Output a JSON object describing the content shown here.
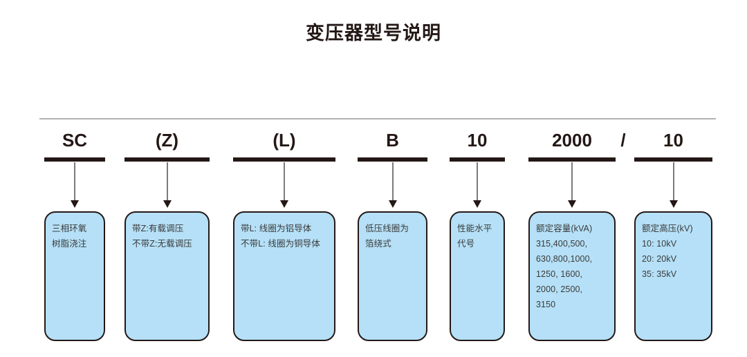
{
  "title": "变压器型号说明",
  "colors": {
    "box_fill": "#b5e0f7",
    "box_border": "#231815",
    "code_text": "#231815",
    "rule": "#b3b0b2",
    "desc_text": "#3a3a3a"
  },
  "separator": "/",
  "segments": [
    {
      "code": "SC",
      "lines": [
        "三相环氧",
        "树脂浇注"
      ]
    },
    {
      "code": "(Z)",
      "lines": [
        "带Z:有载调压",
        "不带Z:无载调压"
      ]
    },
    {
      "code": "(L)",
      "lines": [
        "带L: 线圈为铝导体",
        "不带L: 线圈为铜导体"
      ]
    },
    {
      "code": "B",
      "lines": [
        "低压线圈为",
        "箔绕式"
      ]
    },
    {
      "code": "10",
      "lines": [
        "性能水平",
        "代号"
      ]
    },
    {
      "code": "2000",
      "lines": [
        "额定容量(kVA)",
        "315,400,500,",
        "630,800,1000,",
        "1250, 1600,",
        "2000, 2500,",
        "3150"
      ]
    },
    {
      "code": "10",
      "lines": [
        "额定高压(kV)",
        "10: 10kV",
        "20: 20kV",
        "35: 35kV"
      ]
    }
  ]
}
